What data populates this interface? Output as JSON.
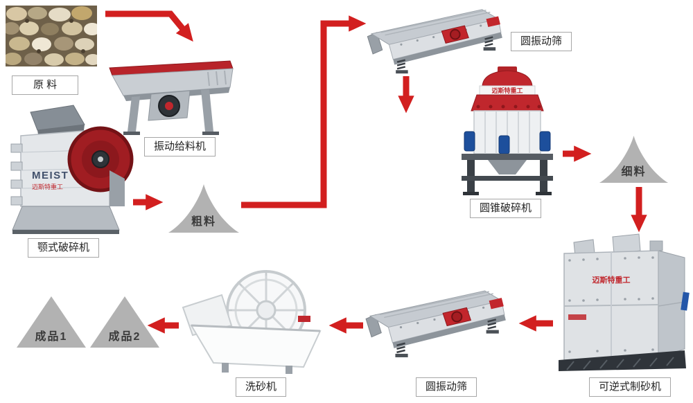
{
  "brand": {
    "name": "MEIST",
    "cn": "迈斯特重工"
  },
  "colors": {
    "arrow": "#d21f1f",
    "machine_red": "#c0272d",
    "pile_gray": "#b2b2b2"
  },
  "nodes": {
    "raw_material": {
      "label": "原 料"
    },
    "vibrating_feeder": {
      "label": "振动给料机"
    },
    "jaw_crusher": {
      "label": "颚式破碎机"
    },
    "coarse_material": {
      "label": "粗料"
    },
    "screen_top": {
      "label": "圆振动筛"
    },
    "cone_crusher": {
      "label": "圆锥破碎机"
    },
    "fine_material": {
      "label": "细料"
    },
    "sand_maker": {
      "label": "可逆式制砂机"
    },
    "screen_bottom": {
      "label": "圆振动筛"
    },
    "sand_washer": {
      "label": "洗砂机"
    },
    "product_1": {
      "label": "成品1"
    },
    "product_2": {
      "label": "成品2"
    }
  }
}
